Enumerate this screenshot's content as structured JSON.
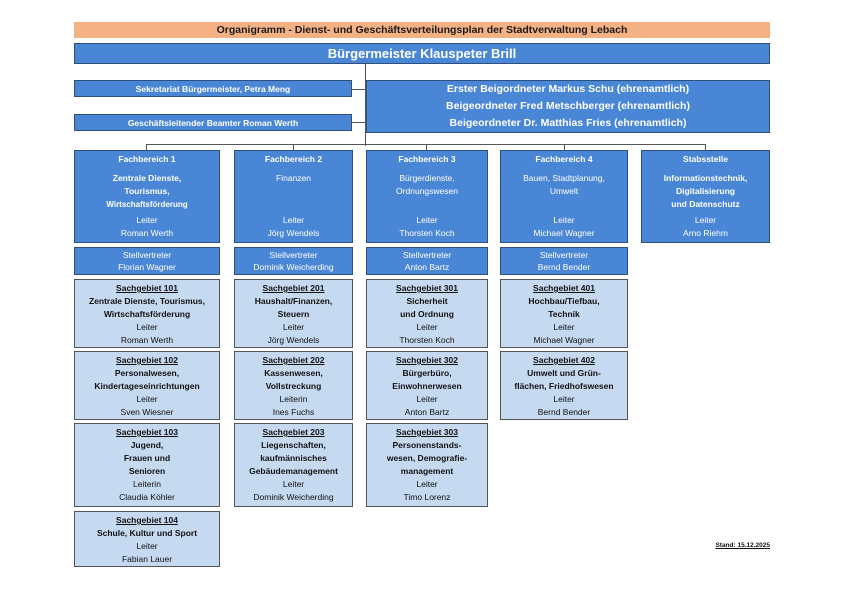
{
  "header": {
    "title": "Organigramm  -  Dienst- und Geschäftsverteilungsplan der Stadtverwaltung Lebach",
    "mayor": "Bürgermeister Klauspeter Brill"
  },
  "staff": {
    "sekretariat": "Sekretariat Bürgermeister, Petra Meng",
    "geschaeftsleitend": "Geschäftsleitender Beamter Roman Werth"
  },
  "beigeordnete": [
    "Erster Beigordneter Markus Schu  (ehrenamtlich)",
    "Beigeordneter Fred Metschberger  (ehrenamtlich)",
    "Beigeordneter Dr. Matthias Fries (ehrenamtlich)"
  ],
  "fachbereiche": [
    {
      "head": "Fachbereich 1",
      "name": [
        "Zentrale Dienste,",
        "Tourismus,",
        "Wirtschaftsförderung"
      ],
      "leiter_label": "Leiter",
      "leiter": "Roman Werth",
      "stv_label": "Stellvertreter",
      "stv": "Florian Wagner"
    },
    {
      "head": "Fachbereich 2",
      "name": [
        "Finanzen"
      ],
      "leiter_label": "Leiter",
      "leiter": "Jörg Wendels",
      "stv_label": "Stellvertreter",
      "stv": "Dominik Weicherding"
    },
    {
      "head": "Fachbereich 3",
      "name": [
        "Bürgerdienste,",
        "Ordnungswesen"
      ],
      "leiter_label": "Leiter",
      "leiter": "Thorsten Koch",
      "stv_label": "Stellvertreter",
      "stv": "Anton Bartz"
    },
    {
      "head": "Fachbereich 4",
      "name": [
        "Bauen, Stadtplanung,",
        "Umwelt"
      ],
      "leiter_label": "Leiter",
      "leiter": "Michael Wagner",
      "stv_label": "Stellvertreter",
      "stv": "Bernd Bender"
    },
    {
      "head": "Stabsstelle",
      "name": [
        "Informationstechnik,",
        "Digitalisierung",
        "und Datenschutz"
      ],
      "leiter_label": "Leiter",
      "leiter": "Arno Riehm"
    }
  ],
  "sachgebiete": {
    "c1": [
      {
        "title": "Sachgebiet 101",
        "lines": [
          "Zentrale Dienste, Tourismus,",
          "Wirtschaftsförderung"
        ],
        "label": "Leiter",
        "person": "Roman Werth"
      },
      {
        "title": "Sachgebiet 102",
        "lines": [
          "Personalwesen,",
          "Kindertageseinrichtungen"
        ],
        "label": "Leiter",
        "person": "Sven Wiesner"
      },
      {
        "title": "Sachgebiet 103",
        "lines": [
          "Jugend,",
          "Frauen und",
          "Senioren"
        ],
        "label": "Leiterin",
        "person": "Claudia Köhler"
      },
      {
        "title": "Sachgebiet 104",
        "lines": [
          "Schule, Kultur und Sport"
        ],
        "label": "Leiter",
        "person": "Fabian Lauer"
      }
    ],
    "c2": [
      {
        "title": "Sachgebiet 201",
        "lines": [
          "Haushalt/Finanzen,",
          "Steuern"
        ],
        "label": "Leiter",
        "person": "Jörg Wendels"
      },
      {
        "title": "Sachgebiet 202",
        "lines": [
          "Kassenwesen,",
          "Vollstreckung"
        ],
        "label": "Leiterin",
        "person": "Ines Fuchs"
      },
      {
        "title": "Sachgebiet 203",
        "lines": [
          "Liegenschaften,",
          "kaufmännisches",
          "Gebäudemanagement"
        ],
        "label": "Leiter",
        "person": "Dominik Weicherding"
      }
    ],
    "c3": [
      {
        "title": "Sachgebiet 301",
        "lines": [
          "Sicherheit",
          "und Ordnung"
        ],
        "label": "Leiter",
        "person": "Thorsten Koch"
      },
      {
        "title": "Sachgebiet 302",
        "lines": [
          "Bürgerbüro,",
          "Einwohnerwesen"
        ],
        "label": "Leiter",
        "person": "Anton Bartz"
      },
      {
        "title": "Sachgebiet 303",
        "lines": [
          "Personenstands-",
          "wesen, Demografie-",
          "management"
        ],
        "label": "Leiter",
        "person": "Timo Lorenz"
      }
    ],
    "c4": [
      {
        "title": "Sachgebiet 401",
        "lines": [
          "Hochbau/Tiefbau,",
          "Technik"
        ],
        "label": "Leiter",
        "person": "Michael Wagner"
      },
      {
        "title": "Sachgebiet 402",
        "lines": [
          "Umwelt und Grün-",
          "flächen, Friedhofswesen"
        ],
        "label": "Leiter",
        "person": "Bernd Bender"
      }
    ]
  },
  "stand": "Stand: 15.12.2025"
}
